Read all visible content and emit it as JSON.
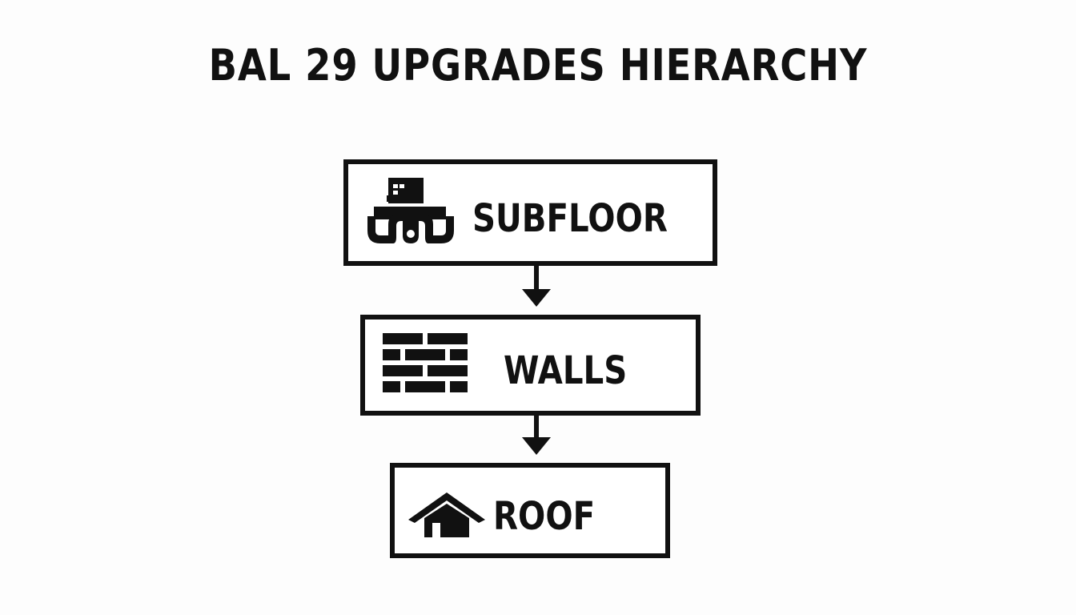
{
  "diagram": {
    "title": "BAL 29 UPGRADES HIERARCHY",
    "nodes": [
      {
        "label": "SUBFLOOR",
        "icon": "subfloor-icon"
      },
      {
        "label": "WALLS",
        "icon": "brick-wall-icon"
      },
      {
        "label": "ROOF",
        "icon": "house-roof-icon"
      }
    ],
    "edges": [
      {
        "from": "SUBFLOOR",
        "to": "WALLS"
      },
      {
        "from": "WALLS",
        "to": "ROOF"
      }
    ],
    "colors": {
      "stroke": "#111111",
      "background": "#ffffff"
    }
  }
}
